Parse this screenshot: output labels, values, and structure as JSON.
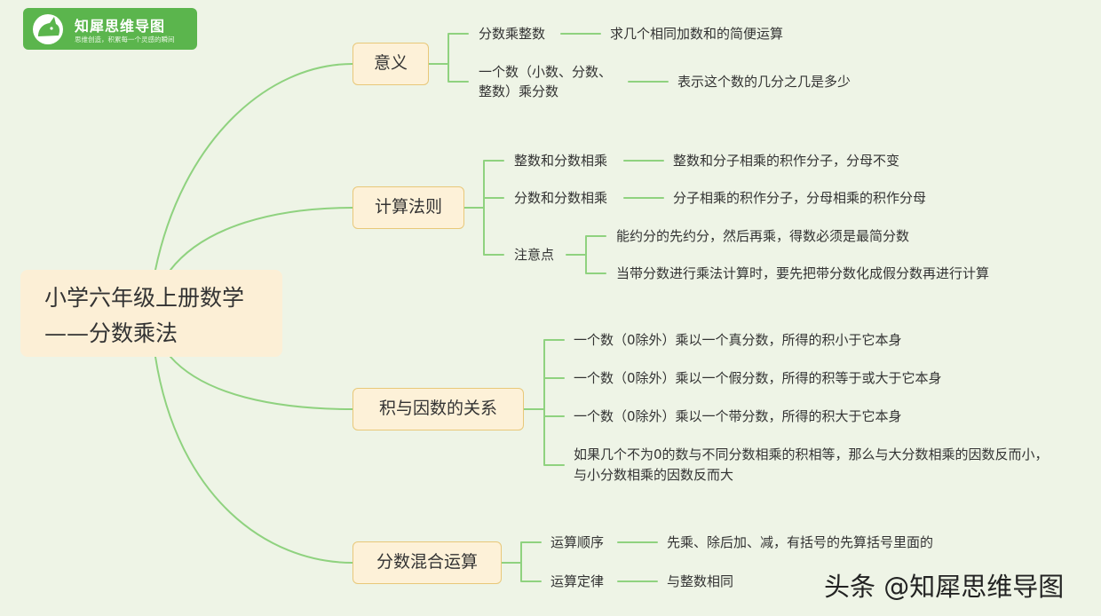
{
  "logo": {
    "title": "知犀思维导图",
    "slogan": "思维创造，积累每一个灵感的瞬间"
  },
  "root": {
    "line1": "小学六年级上册数学",
    "line2": "——分数乘法"
  },
  "branches": {
    "meaning": {
      "label": "意义",
      "item1": "分数乘整数",
      "item1_desc": "求几个相同加数和的简便运算",
      "item2_line1": "一个数（小数、分数、",
      "item2_line2": "整数）乘分数",
      "item2_desc": "表示这个数的几分之几是多少"
    },
    "rules": {
      "label": "计算法则",
      "item1": "整数和分数相乘",
      "item1_desc": "整数和分子相乘的积作分子，分母不变",
      "item2": "分数和分数相乘",
      "item2_desc": "分子相乘的积作分子，分母相乘的积作分母",
      "item3": "注意点",
      "note1": "能约分的先约分，然后再乘，得数必须是最简分数",
      "note2": "当带分数进行乘法计算时，要先把带分数化成假分数再进行计算"
    },
    "relation": {
      "label": "积与因数的关系",
      "item1": "一个数（0除外）乘以一个真分数，所得的积小于它本身",
      "item2": "一个数（0除外）乘以一个假分数，所得的积等于或大于它本身",
      "item3": "一个数（0除外）乘以一个带分数，所得的积大于它本身",
      "item4_line1": "如果几个不为0的数与不同分数相乘的积相等，那么与大分数相乘的因数反而小，",
      "item4_line2": "与小分数相乘的因数反而大"
    },
    "mixed": {
      "label": "分数混合运算",
      "item1": "运算顺序",
      "item1_desc": "先乘、除后加、减，有括号的先算括号里面的",
      "item2": "运算定律",
      "item2_desc": "与整数相同"
    }
  },
  "watermark": "头条 @知犀思维导图",
  "colors": {
    "background": "#eef4e6",
    "connector": "#8fd27f",
    "logo_bg": "#5bb54d",
    "node_fill": "#fdf1d8",
    "node_border": "#e8c879"
  }
}
